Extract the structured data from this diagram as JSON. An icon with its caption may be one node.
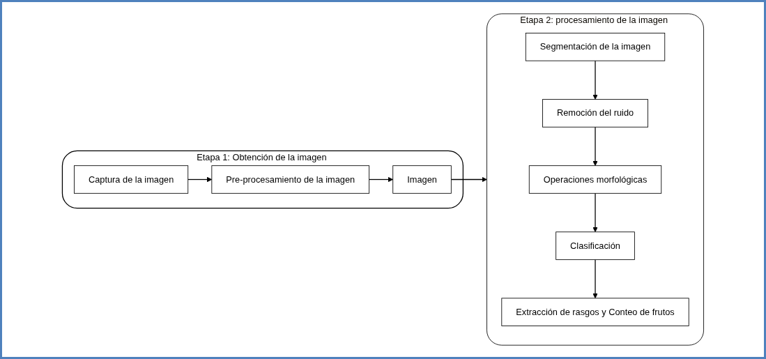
{
  "diagram": {
    "nodes": [
      {
        "text": [
          "Etapa 1: Obtención de la imagen"
        ]
      },
      {
        "text": [
          "Captura de la imagen"
        ],
        "in": 0
      },
      {
        "text": [
          "Pre-procesamiento de la imagen"
        ],
        "in": 0
      },
      {
        "text": [
          "Imagen"
        ],
        "in": 0
      },
      {
        "text": [
          "Etapa 2: procesamiento de la imagen"
        ]
      },
      {
        "text": [
          "Segmentación de la imagen"
        ],
        "in": 4
      },
      {
        "text": [
          "Remoción del ruido"
        ],
        "in": 4
      },
      {
        "text": [
          "Operaciones morfológicas"
        ],
        "in": 4
      },
      {
        "text": [
          "Clasificación"
        ],
        "in": 4
      },
      {
        "text": [
          "Extracción de rasgos y Conteo de frutos"
        ],
        "in": 4
      }
    ],
    "edges": [
      {
        "from": 1,
        "to": 2,
        "arrow": "to"
      },
      {
        "from": 2,
        "to": 3,
        "arrow": "to"
      },
      {
        "from": 3,
        "to": 4,
        "arrow": "to"
      },
      {
        "from": 5,
        "to": 6,
        "arrow": "to"
      },
      {
        "from": 6,
        "to": 7,
        "arrow": "to"
      },
      {
        "from": 7,
        "to": 8,
        "arrow": "to"
      },
      {
        "from": 8,
        "to": 9,
        "arrow": "to"
      }
    ]
  }
}
